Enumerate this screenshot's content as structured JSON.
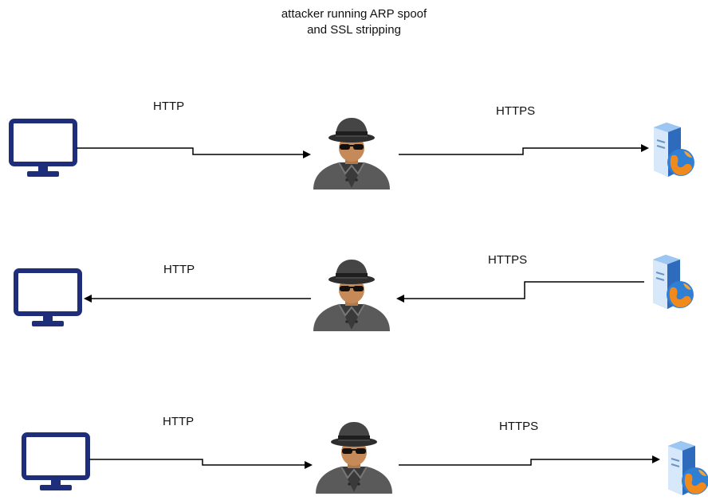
{
  "title": {
    "line1": "attacker running ARP spoof",
    "line2": "and SSL stripping"
  },
  "rows": [
    {
      "left_label": "HTTP",
      "right_label": "HTTPS",
      "direction": "client-to-server"
    },
    {
      "left_label": "HTTP",
      "right_label": "HTTPS",
      "direction": "server-to-client"
    },
    {
      "left_label": "HTTP",
      "right_label": "HTTPS",
      "direction": "client-to-server"
    }
  ],
  "icons": {
    "client": "monitor-icon",
    "attacker": "attacker-icon",
    "server": "web-server-icon"
  },
  "colors": {
    "monitor": "#1f2e7a",
    "server_blue": "#3f7fcf",
    "globe_orange": "#f08a1c",
    "line": "#000000"
  }
}
